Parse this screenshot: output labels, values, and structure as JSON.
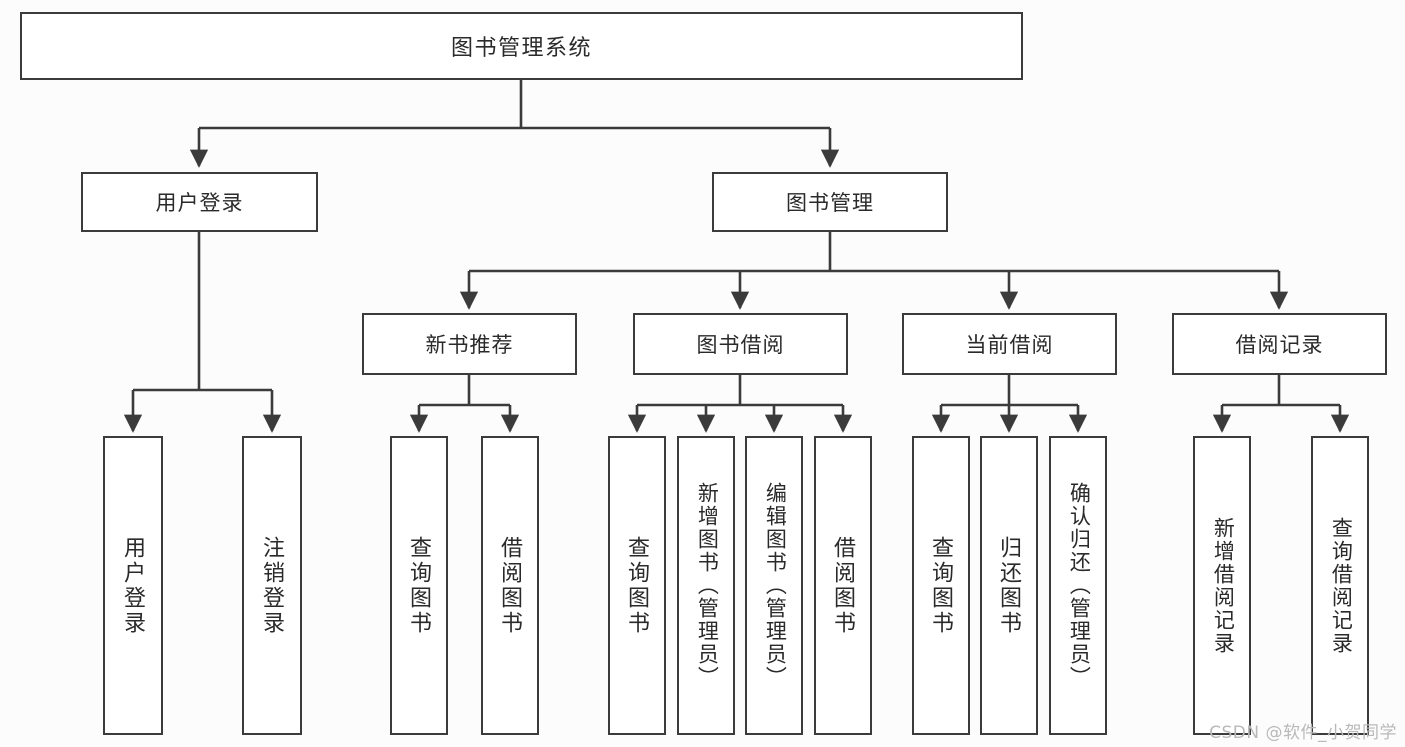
{
  "diagram": {
    "type": "tree-hierarchy",
    "title": "图书管理系统",
    "watermark": "CSDN @软件_小贺同学",
    "colors": {
      "stroke": "#3b3b3b",
      "node_fill": "#ffffff",
      "background": "#fcfcfc",
      "text": "#2a2a2a",
      "watermark": "#b9b9b9"
    },
    "root": {
      "label": "图书管理系统"
    },
    "level2": [
      {
        "label": "用户登录"
      },
      {
        "label": "图书管理"
      }
    ],
    "level3": [
      {
        "label": "新书推荐"
      },
      {
        "label": "图书借阅"
      },
      {
        "label": "当前借阅"
      },
      {
        "label": "借阅记录"
      }
    ],
    "leaves": {
      "user_login": [
        {
          "label": "用户登录"
        },
        {
          "label": "注销登录"
        }
      ],
      "new_book_recommend": [
        {
          "label": "查询图书"
        },
        {
          "label": "借阅图书"
        }
      ],
      "book_borrow": [
        {
          "label": "查询图书"
        },
        {
          "label": "新增图书（管理员）"
        },
        {
          "label": "编辑图书（管理员）"
        },
        {
          "label": "借阅图书"
        }
      ],
      "current_borrow": [
        {
          "label": "查询图书"
        },
        {
          "label": "归还图书"
        },
        {
          "label": "确认归还（管理员）"
        }
      ],
      "borrow_record": [
        {
          "label": "新增借阅记录"
        },
        {
          "label": "查询借阅记录"
        }
      ]
    }
  }
}
